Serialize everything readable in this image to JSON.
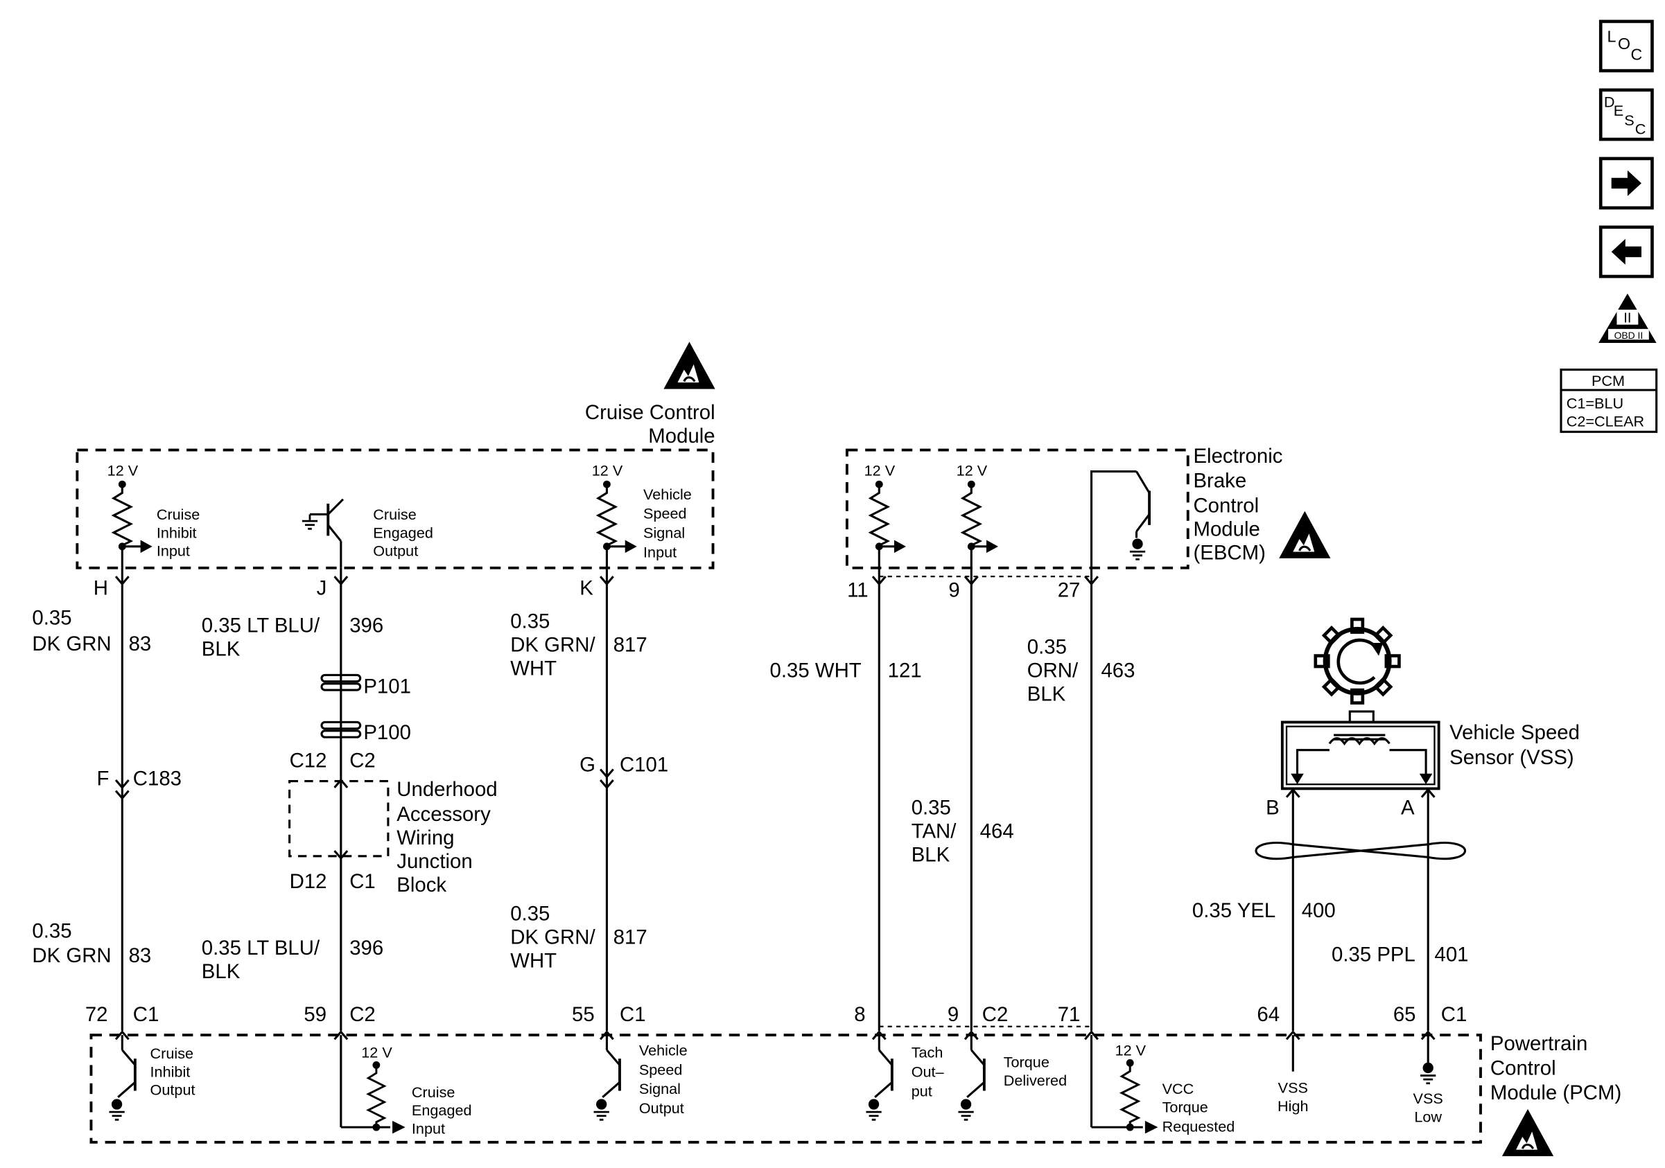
{
  "modules": {
    "ccm": {
      "title_line1": "Cruise Control",
      "title_line2": "Module"
    },
    "ebcm": {
      "l1": "Electronic",
      "l2": "Brake",
      "l3": "Control",
      "l4": "Module",
      "l5": "(EBCM)"
    },
    "pcm": {
      "l1": "Powertrain",
      "l2": "Control",
      "l3": "Module (PCM)"
    },
    "uawjb": {
      "l1": "Underhood",
      "l2": "Accessory",
      "l3": "Wiring",
      "l4": "Junction",
      "l5": "Block"
    },
    "vss": {
      "l1": "Vehicle Speed",
      "l2": "Sensor (VSS)"
    }
  },
  "voltage_label": "12 V",
  "ccm_circuits": {
    "cruise_inhibit_input": [
      "Cruise",
      "Inhibit",
      "Input"
    ],
    "cruise_engaged_output": [
      "Cruise",
      "Engaged",
      "Output"
    ],
    "vss_input": [
      "Vehicle",
      "Speed",
      "Signal",
      "Input"
    ]
  },
  "pcm_circuits": {
    "cruise_inhibit_output": [
      "Cruise",
      "Inhibit",
      "Output"
    ],
    "cruise_engaged_input": [
      "Cruise",
      "Engaged",
      "Input"
    ],
    "vss_output": [
      "Vehicle",
      "Speed",
      "Signal",
      "Output"
    ],
    "tach_output": [
      "Tach",
      "Out–",
      "put"
    ],
    "torque_delivered": [
      "Torque",
      "Delivered"
    ],
    "vcc_torque_requested": [
      "VCC",
      "Torque",
      "Requested"
    ],
    "vss_high": [
      "VSS",
      "High"
    ],
    "vss_low": [
      "VSS",
      "Low"
    ]
  },
  "pins": {
    "ccm": [
      "H",
      "J",
      "K"
    ],
    "ebcm": [
      "11",
      "9",
      "27"
    ],
    "vss": [
      "B",
      "A"
    ],
    "pcm": [
      "72",
      "59",
      "55",
      "8",
      "9",
      "71",
      "64",
      "65"
    ],
    "pcm_conn": [
      "C1",
      "C2",
      "C1",
      "C2",
      "C1"
    ]
  },
  "connectors": {
    "c183": [
      "F",
      "C183"
    ],
    "c101": [
      "G",
      "C101"
    ],
    "p101": "P101",
    "p100": "P100",
    "jb_top": [
      "C12",
      "C2"
    ],
    "jb_bottom": [
      "D12",
      "C1"
    ]
  },
  "wires": {
    "w1_top": [
      "0.35",
      "DK GRN",
      "83"
    ],
    "w1_bot": [
      "0.35",
      "DK GRN",
      "83"
    ],
    "w2_top": [
      "0.35 LT BLU/",
      "BLK",
      "396"
    ],
    "w2_bot": [
      "0.35 LT BLU/",
      "BLK",
      "396"
    ],
    "w3_top": [
      "0.35",
      "DK GRN/",
      "WHT",
      "817"
    ],
    "w3_bot": [
      "0.35",
      "DK GRN/",
      "WHT",
      "817"
    ],
    "w4": [
      "0.35 WHT",
      "121"
    ],
    "w5": [
      "0.35",
      "TAN/",
      "BLK",
      "464"
    ],
    "w6": [
      "0.35",
      "ORN/",
      "BLK",
      "463"
    ],
    "w7": [
      "0.35 YEL",
      "400"
    ],
    "w8": [
      "0.35 PPL",
      "401"
    ]
  },
  "sidebar": {
    "loc": [
      "L",
      "O",
      "C"
    ],
    "desc": [
      "D",
      "E",
      "S",
      "C"
    ],
    "forward": "forward-arrow",
    "back": "back-arrow",
    "obd_roman": "II",
    "obd": "OBD II",
    "pcm_legend": {
      "title": "PCM",
      "l1": "C1=BLU",
      "l2": "C2=CLEAR"
    }
  }
}
